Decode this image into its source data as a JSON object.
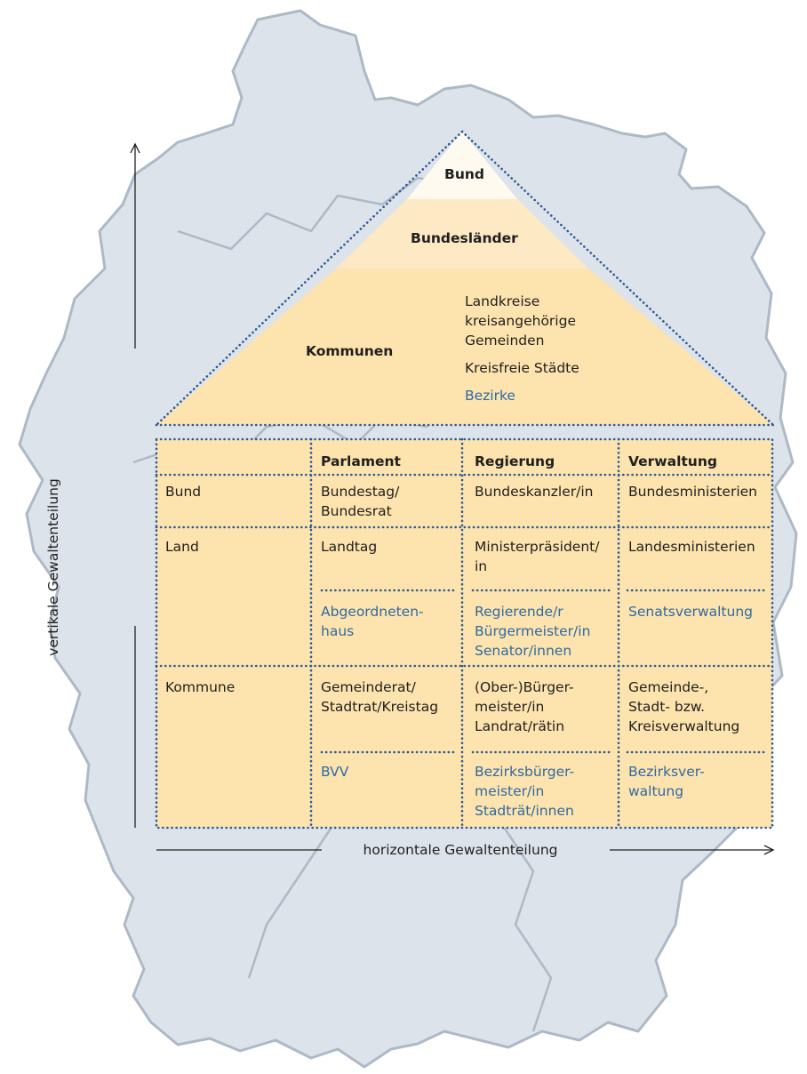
{
  "colors": {
    "map_fill": "#dde3ea",
    "map_border": "#aeb9c6",
    "tier_top": "#fffaf0",
    "tier_middle": "#fde9c4",
    "tier_base": "#fde3ad",
    "table_fill": "#fde3ad",
    "dotted_line": "#2d5b95",
    "blue_text": "#2f6aa3"
  },
  "axes": {
    "vertical_label": "vertikale Gewaltenteilung",
    "horizontal_label": "horizontale Gewaltenteilung"
  },
  "roof": {
    "bund": "Bund",
    "bundeslaender": "Bundesländer",
    "kommunen": "Kommunen",
    "kommunen_details": {
      "line1": "Landkreise",
      "line2": "kreisangehörige",
      "line3": "Gemeinden",
      "line4": "Kreisfreie Städte",
      "line5": "Bezirke"
    }
  },
  "table": {
    "headers": [
      "",
      "Parlament",
      "Regierung",
      "Verwaltung"
    ],
    "rows": [
      {
        "level": "Bund",
        "parlament": [
          "Bundestag/",
          "Bundesrat"
        ],
        "regierung": [
          "Bundeskanzler/in"
        ],
        "verwaltung": [
          "Bundesministerien"
        ]
      },
      {
        "level": "Land",
        "parlament": [
          "Landtag"
        ],
        "regierung": [
          "Ministerpräsident/",
          "in"
        ],
        "verwaltung": [
          "Landesministerien"
        ],
        "parlament_city": [
          "Abgeordneten-",
          "haus"
        ],
        "regierung_city": [
          "Regierende/r",
          "Bürgermeister/in",
          "Senator/innen"
        ],
        "verwaltung_city": [
          "Senatsverwaltung"
        ]
      },
      {
        "level": "Kommune",
        "parlament": [
          "Gemeinderat/",
          "Stadtrat/Kreistag"
        ],
        "regierung": [
          "(Ober-)Bürger-",
          "meister/in",
          "Landrat/rätin"
        ],
        "verwaltung": [
          "Gemeinde-,",
          "Stadt- bzw.",
          "Kreisverwaltung"
        ],
        "parlament_city": [
          "BVV"
        ],
        "regierung_city": [
          "Bezirksbürger-",
          "meister/in",
          "Stadträt/innen"
        ],
        "verwaltung_city": [
          "Bezirksver-",
          "waltung"
        ]
      }
    ]
  }
}
